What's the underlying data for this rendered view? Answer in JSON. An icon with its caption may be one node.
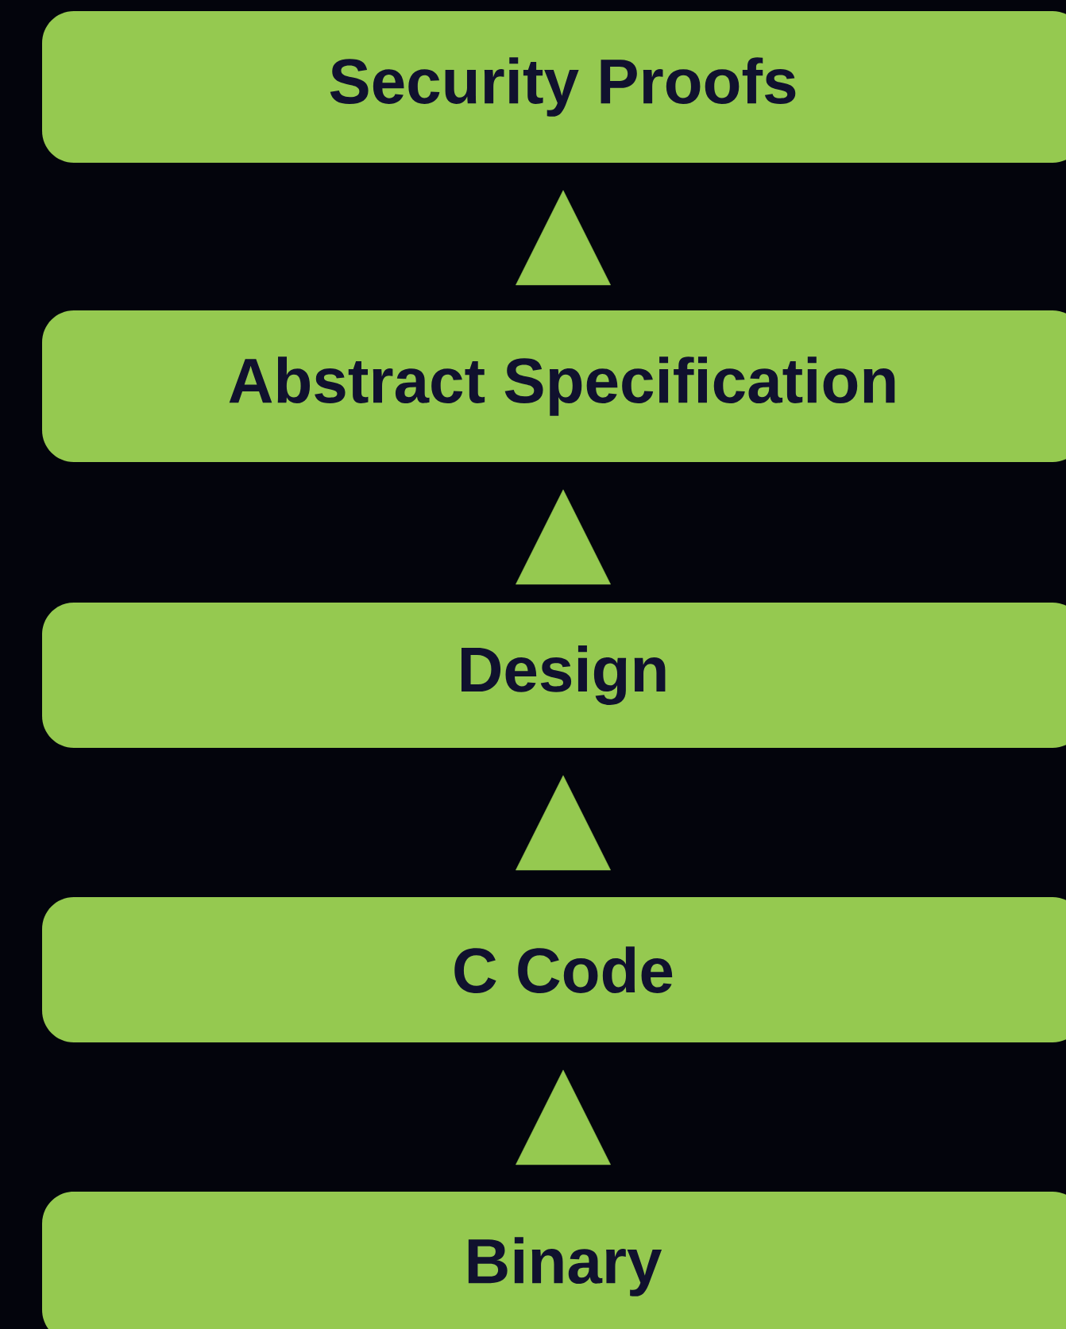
{
  "diagram": {
    "nodes": [
      {
        "text": [
          "Security Proofs"
        ]
      },
      {
        "text": [
          "Abstract Specification"
        ]
      },
      {
        "text": [
          "Design"
        ]
      },
      {
        "text": [
          "C Code"
        ]
      },
      {
        "text": [
          "Binary"
        ]
      }
    ],
    "edges": [
      {
        "from": 1,
        "to": 0,
        "arrow": "to"
      },
      {
        "from": 2,
        "to": 1,
        "arrow": "to"
      },
      {
        "from": 3,
        "to": 2,
        "arrow": "to"
      },
      {
        "from": 4,
        "to": 3,
        "arrow": "to"
      }
    ]
  }
}
